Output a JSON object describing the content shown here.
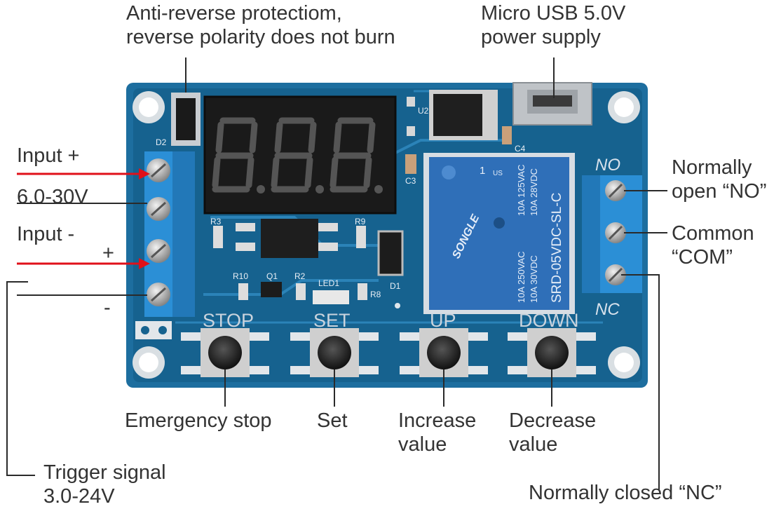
{
  "top_labels": {
    "protection": [
      "Anti-reverse protectiom,",
      "reverse polarity does not burn"
    ],
    "usb": [
      "Micro USB 5.0V",
      "power supply"
    ]
  },
  "left_labels": {
    "input_plus": "Input +",
    "voltage": "6.0-30V",
    "input_minus": "Input -",
    "trigger_plus": "+",
    "trigger_minus": "-",
    "trigger": [
      "Trigger signal",
      "3.0-24V"
    ]
  },
  "right_labels": {
    "no": [
      "Normally",
      "open “NO”"
    ],
    "com": [
      "Common",
      "“COM”"
    ],
    "nc": "Normally closed “NC”"
  },
  "bottom_labels": {
    "stop": "Emergency stop",
    "set": "Set",
    "up": [
      "Increase",
      "value"
    ],
    "down": [
      "Decrease",
      "value"
    ]
  },
  "board": {
    "buttons": [
      "STOP",
      "SET",
      "UP",
      "DOWN"
    ],
    "terminal_no": "NO",
    "terminal_nc": "NC",
    "silkscreen": {
      "d2": "D2",
      "u2": "U2",
      "c4": "C4",
      "c3": "C3",
      "r3": "R3",
      "r9": "R9",
      "r10": "R10",
      "q1": "Q1",
      "r2": "R2",
      "led1": "LED1",
      "r8": "R8",
      "d1": "D1"
    },
    "relay": {
      "brand": "SONGLE",
      "model": "SRD-05VDC-SL-C",
      "rating_1": "10A 250VAC",
      "rating_2": "10A 30VDC",
      "rating_3": "10A 125VAC",
      "rating_4": "10A 28VDC",
      "pin": "1",
      "us": "US"
    }
  },
  "colors": {
    "board": "#1b6d9e",
    "relay": "#2f6fb8",
    "terminal": "#2b8fd6",
    "arrow_red": "#e0101a"
  }
}
